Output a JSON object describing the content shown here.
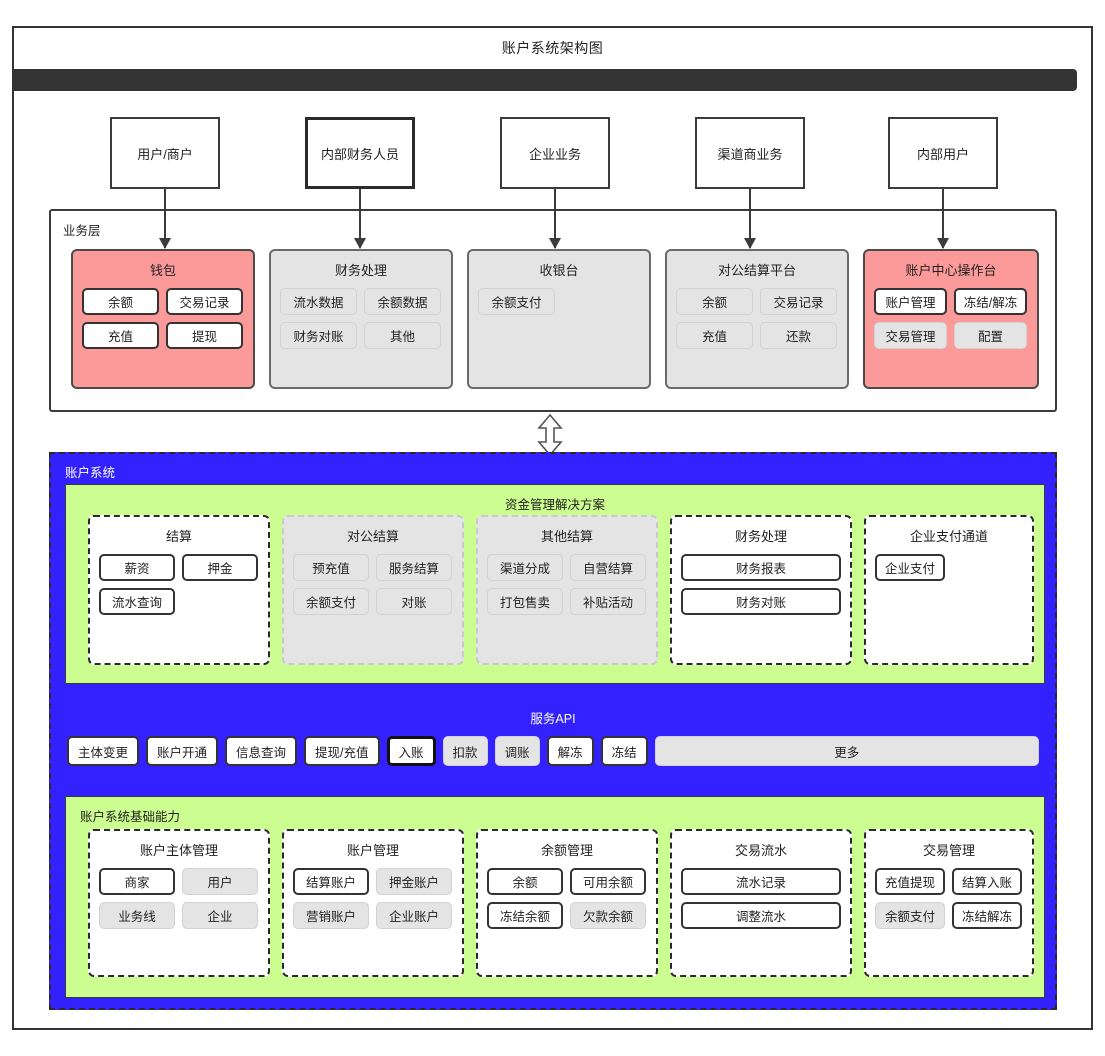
{
  "diagram": {
    "title": "账户系统架构图"
  },
  "actors": [
    {
      "label": "用户/商户"
    },
    {
      "label": "内部财务人员"
    },
    {
      "label": "企业业务"
    },
    {
      "label": "渠道商业务"
    },
    {
      "label": "内部用户"
    }
  ],
  "business_layer": {
    "label": "业务层",
    "cards": [
      {
        "title": "钱包",
        "style": "pink",
        "chips": [
          {
            "label": "余额",
            "style": "white"
          },
          {
            "label": "交易记录",
            "style": "white"
          },
          {
            "label": "充值",
            "style": "white"
          },
          {
            "label": "提现",
            "style": "white"
          }
        ]
      },
      {
        "title": "财务处理",
        "style": "gray",
        "chips": [
          {
            "label": "流水数据",
            "style": "gray"
          },
          {
            "label": "余额数据",
            "style": "gray"
          },
          {
            "label": "财务对账",
            "style": "gray"
          },
          {
            "label": "其他",
            "style": "gray"
          }
        ]
      },
      {
        "title": "收银台",
        "style": "gray",
        "chips": [
          {
            "label": "余额支付",
            "style": "gray"
          }
        ]
      },
      {
        "title": "对公结算平台",
        "style": "gray",
        "chips": [
          {
            "label": "余额",
            "style": "gray"
          },
          {
            "label": "交易记录",
            "style": "gray"
          },
          {
            "label": "充值",
            "style": "gray"
          },
          {
            "label": "还款",
            "style": "gray"
          }
        ]
      },
      {
        "title": "账户中心操作台",
        "style": "pink",
        "chips": [
          {
            "label": "账户管理",
            "style": "white"
          },
          {
            "label": "冻结/解冻",
            "style": "white"
          },
          {
            "label": "交易管理",
            "style": "gray"
          },
          {
            "label": "配置",
            "style": "gray"
          }
        ]
      }
    ]
  },
  "account_system": {
    "label": "账户系统",
    "fund_solution": {
      "title": "资金管理解决方案",
      "cards": [
        {
          "title": "结算",
          "style": "white",
          "chips": [
            {
              "label": "薪资",
              "style": "white"
            },
            {
              "label": "押金",
              "style": "white"
            },
            {
              "label": "流水查询",
              "style": "white"
            }
          ]
        },
        {
          "title": "对公结算",
          "style": "gray",
          "chips": [
            {
              "label": "预充值",
              "style": "gray"
            },
            {
              "label": "服务结算",
              "style": "gray"
            },
            {
              "label": "余额支付",
              "style": "gray"
            },
            {
              "label": "对账",
              "style": "gray"
            }
          ]
        },
        {
          "title": "其他结算",
          "style": "gray",
          "chips": [
            {
              "label": "渠道分成",
              "style": "gray"
            },
            {
              "label": "自营结算",
              "style": "gray"
            },
            {
              "label": "打包售卖",
              "style": "gray"
            },
            {
              "label": "补贴活动",
              "style": "gray"
            }
          ]
        },
        {
          "title": "财务处理",
          "style": "white",
          "chips": [
            {
              "label": "财务报表",
              "style": "white-full"
            },
            {
              "label": "财务对账",
              "style": "white-full"
            }
          ]
        },
        {
          "title": "企业支付通道",
          "style": "white",
          "chips": [
            {
              "label": "企业支付",
              "style": "white"
            }
          ]
        }
      ]
    },
    "service_api": {
      "title": "服务API",
      "buttons": [
        {
          "label": "主体变更",
          "style": "white"
        },
        {
          "label": "账户开通",
          "style": "white"
        },
        {
          "label": "信息查询",
          "style": "white"
        },
        {
          "label": "提现/充值",
          "style": "white"
        },
        {
          "label": "入账",
          "style": "highlighted"
        },
        {
          "label": "扣款",
          "style": "gray"
        },
        {
          "label": "调账",
          "style": "gray"
        },
        {
          "label": "解冻",
          "style": "white"
        },
        {
          "label": "冻结",
          "style": "white"
        },
        {
          "label": "更多",
          "style": "gray-wide"
        }
      ]
    },
    "base_capability": {
      "label": "账户系统基础能力",
      "cards": [
        {
          "title": "账户主体管理",
          "chips": [
            {
              "label": "商家",
              "style": "white"
            },
            {
              "label": "用户",
              "style": "gray"
            },
            {
              "label": "业务线",
              "style": "gray"
            },
            {
              "label": "企业",
              "style": "gray"
            }
          ]
        },
        {
          "title": "账户管理",
          "chips": [
            {
              "label": "结算账户",
              "style": "white"
            },
            {
              "label": "押金账户",
              "style": "gray"
            },
            {
              "label": "营销账户",
              "style": "gray"
            },
            {
              "label": "企业账户",
              "style": "gray"
            }
          ]
        },
        {
          "title": "余额管理",
          "chips": [
            {
              "label": "余额",
              "style": "white"
            },
            {
              "label": "可用余额",
              "style": "white"
            },
            {
              "label": "冻结余额",
              "style": "white"
            },
            {
              "label": "欠款余额",
              "style": "gray"
            }
          ]
        },
        {
          "title": "交易流水",
          "chips": [
            {
              "label": "流水记录",
              "style": "white-full"
            },
            {
              "label": "调整流水",
              "style": "white-full"
            }
          ]
        },
        {
          "title": "交易管理",
          "chips": [
            {
              "label": "充值提现",
              "style": "white"
            },
            {
              "label": "结算入账",
              "style": "white"
            },
            {
              "label": "余额支付",
              "style": "gray"
            },
            {
              "label": "冻结解冻",
              "style": "white"
            }
          ]
        }
      ]
    }
  },
  "colors": {
    "pink": "#fc9a9a",
    "green": "#ccfd90",
    "blue": "#3322ff",
    "gray": "#e4e4e4",
    "dark": "#333333"
  }
}
